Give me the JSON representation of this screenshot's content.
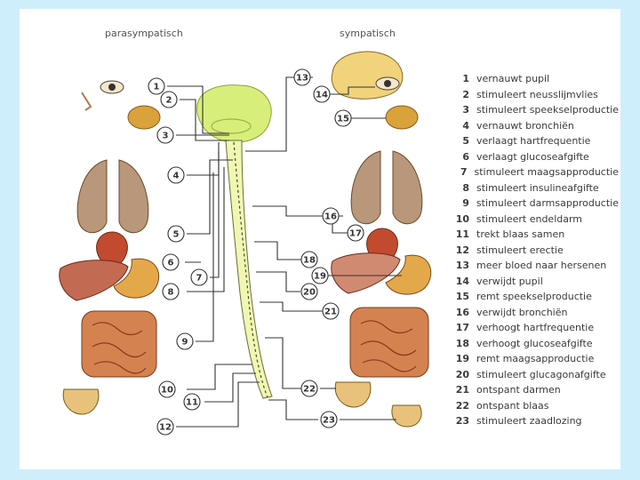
{
  "headers": {
    "left": "parasympatisch",
    "right": "sympatisch"
  },
  "callouts": [
    "1",
    "2",
    "3",
    "4",
    "5",
    "6",
    "7",
    "8",
    "9",
    "10",
    "11",
    "12",
    "13",
    "14",
    "15",
    "16",
    "17",
    "18",
    "19",
    "20",
    "21",
    "22",
    "23"
  ],
  "legend": [
    {
      "num": "1",
      "text": "vernauwt pupil"
    },
    {
      "num": "2",
      "text": "stimuleert neusslijmvlies"
    },
    {
      "num": "3",
      "text": "stimuleert speekselproductie"
    },
    {
      "num": "4",
      "text": "vernauwt bronchiën"
    },
    {
      "num": "5",
      "text": "verlaagt hartfrequentie"
    },
    {
      "num": "6",
      "text": "verlaagt glucoseafgifte"
    },
    {
      "num": "7",
      "text": "stimuleert maagsapproductie"
    },
    {
      "num": "8",
      "text": "stimuleert insulineafgifte"
    },
    {
      "num": "9",
      "text": "stimuleert darmsapproductie"
    },
    {
      "num": "10",
      "text": "stimuleert endeldarm"
    },
    {
      "num": "11",
      "text": "trekt blaas samen"
    },
    {
      "num": "12",
      "text": "stimuleert erectie"
    },
    {
      "num": "13",
      "text": "meer bloed naar hersenen"
    },
    {
      "num": "14",
      "text": "verwijdt pupil"
    },
    {
      "num": "15",
      "text": "remt speekselproductie"
    },
    {
      "num": "16",
      "text": "verwijdt bronchiën"
    },
    {
      "num": "17",
      "text": "verhoogt hartfrequentie"
    },
    {
      "num": "18",
      "text": "verhoogt glucoseafgifte"
    },
    {
      "num": "19",
      "text": "remt maagsapproductie"
    },
    {
      "num": "20",
      "text": "stimuleert glucagonafgifte"
    },
    {
      "num": "21",
      "text": "ontspant darmen"
    },
    {
      "num": "22",
      "text": "ontspant blaas"
    },
    {
      "num": "23",
      "text": "stimuleert zaadlozing"
    }
  ],
  "colors": {
    "brain": "#d8ee7a",
    "spine": "#f0f7b0",
    "lung": "#b8977a",
    "heart": "#c24a2e",
    "liver": "#c26a52",
    "stomach": "#e3a84a",
    "intestine": "#d48250",
    "bladder": "#e8c27a",
    "gland": "#d9a23a"
  }
}
